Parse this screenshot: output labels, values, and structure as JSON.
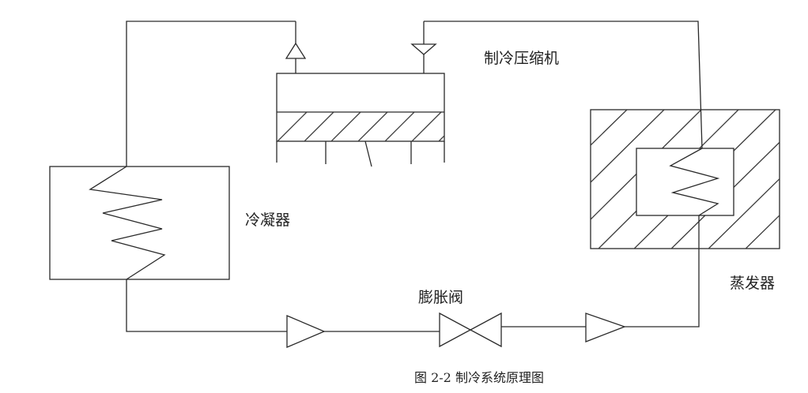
{
  "labels": {
    "compressor": "制冷压缩机",
    "condenser": "冷凝器",
    "expansion_valve": "膨胀阀",
    "evaporator": "蒸发器"
  },
  "caption": "图 2-2 制冷系统原理图",
  "colors": {
    "line": "#2a2a2a",
    "background": "#ffffff"
  }
}
